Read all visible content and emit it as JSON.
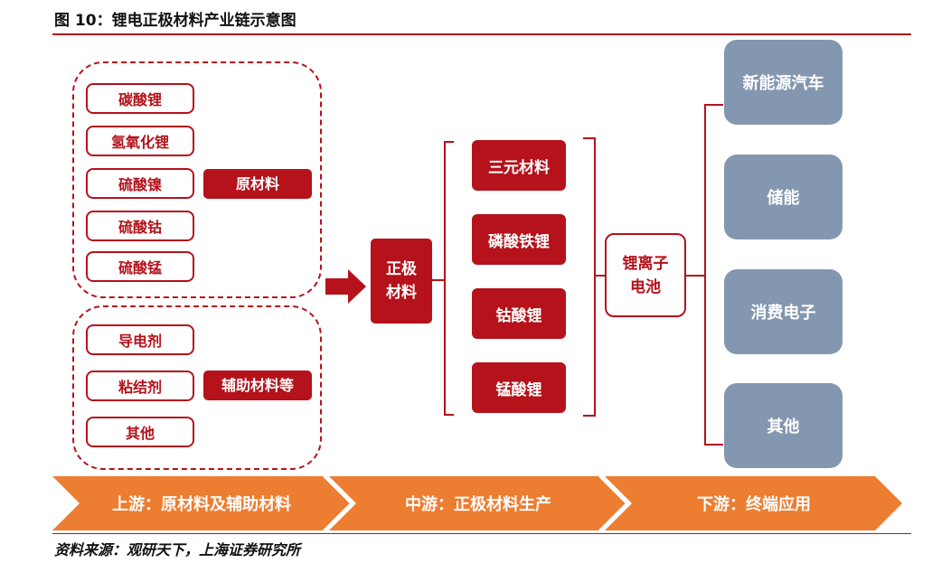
{
  "title": "图 10：锂电正极材料产业链示意图",
  "raw_materials": {
    "items": [
      "碳酸锂",
      "氢氧化锂",
      "硫酸镍",
      "硫酸钴",
      "硫酸锰"
    ],
    "label": "原材料"
  },
  "aux_materials": {
    "items": [
      "导电剂",
      "粘结剂",
      "其他"
    ],
    "label": "辅助材料等"
  },
  "cathode": {
    "line1": "正极",
    "line2": "材料"
  },
  "products": [
    "三元材料",
    "磷酸铁锂",
    "钴酸锂",
    "锰酸锂"
  ],
  "battery": {
    "line1": "锂离子",
    "line2": "电池"
  },
  "applications": [
    "新能源汽车",
    "储能",
    "消费电子",
    "其他"
  ],
  "stages": [
    "上游：原材料及辅助材料",
    "中游：正极材料生产",
    "下游：终端应用"
  ],
  "colors": {
    "brand_red": "#b5121b",
    "app_blue": "#8497b0",
    "stage_orange": "#ed7d31"
  },
  "source": "资料来源：观研天下，上海证券研究所"
}
